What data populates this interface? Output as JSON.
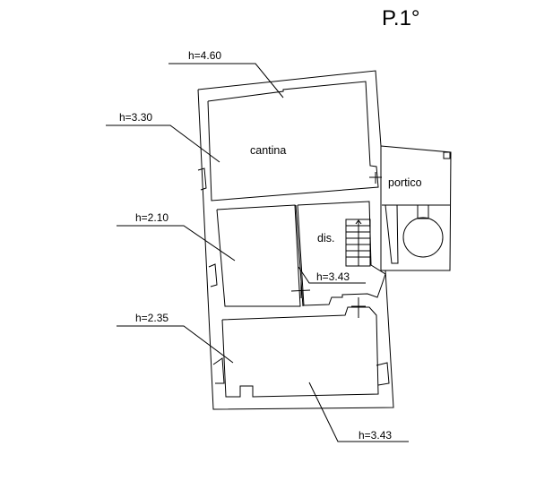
{
  "title": "P.1°",
  "rooms": {
    "cantina": "cantina",
    "portico": "portico",
    "dis": "dis."
  },
  "heights": {
    "top": "h=4.60",
    "cantina_left": "h=3.30",
    "mid_left": "h=2.10",
    "bottom_left": "h=2.35",
    "dis": "h=3.43",
    "bottom": "h=3.43"
  }
}
